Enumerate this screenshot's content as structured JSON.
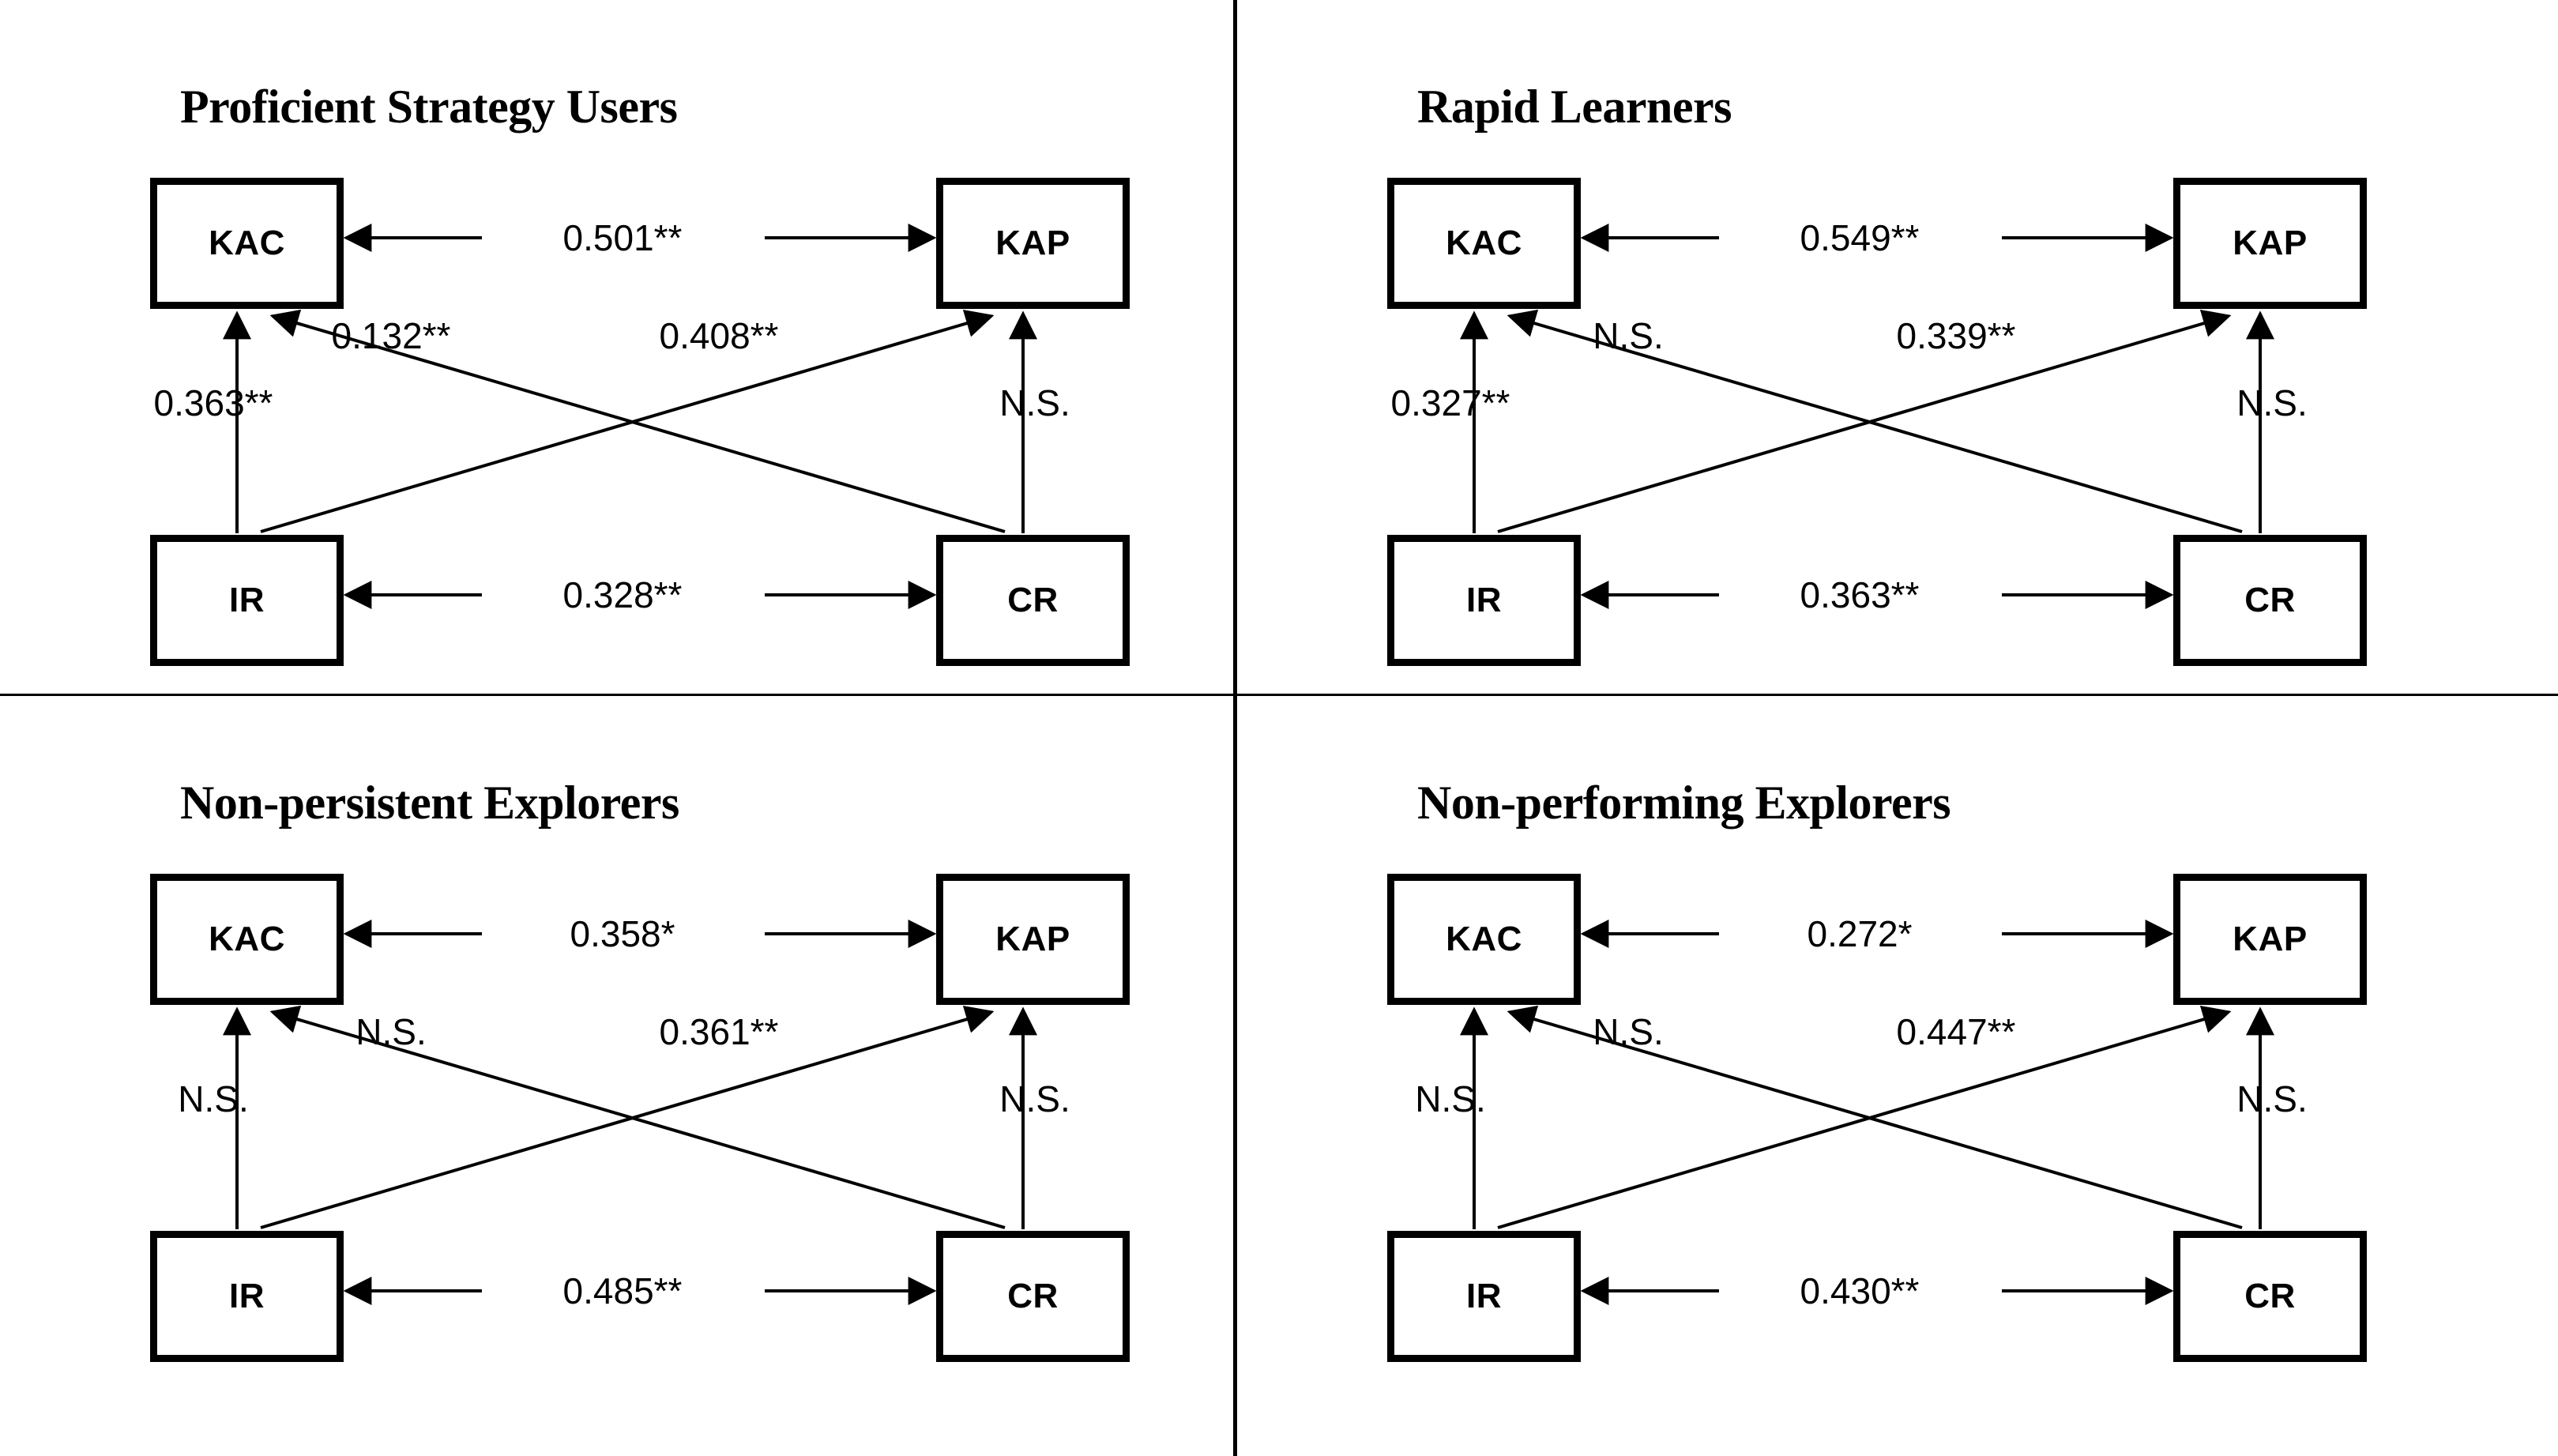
{
  "figure": {
    "node_labels": {
      "kac": "KAC",
      "kap": "KAP",
      "ir": "IR",
      "cr": "CR"
    },
    "panels": [
      {
        "id": "proficient-strategy-users",
        "title": "Proficient Strategy Users",
        "paths": {
          "kac_kap": "0.501**",
          "ir_cr": "0.328**",
          "ir_kac": "0.363**",
          "cr_kac": "0.132**",
          "ir_kap": "0.408**",
          "cr_kap": "N.S."
        }
      },
      {
        "id": "rapid-learners",
        "title": "Rapid Learners",
        "paths": {
          "kac_kap": "0.549**",
          "ir_cr": "0.363**",
          "ir_kac": "0.327**",
          "cr_kac": "N.S.",
          "ir_kap": "0.339**",
          "cr_kap": "N.S."
        }
      },
      {
        "id": "non-persistent-explorers",
        "title": "Non-persistent Explorers",
        "paths": {
          "kac_kap": "0.358*",
          "ir_cr": "0.485**",
          "ir_kac": "N.S.",
          "cr_kac": "N.S.",
          "ir_kap": "0.361**",
          "cr_kap": "N.S."
        }
      },
      {
        "id": "non-performing-explorers",
        "title": "Non-performing Explorers",
        "paths": {
          "kac_kap": "0.272*",
          "ir_cr": "0.430**",
          "ir_kac": "N.S.",
          "cr_kac": "N.S.",
          "ir_kap": "0.447**",
          "cr_kap": "N.S."
        }
      }
    ]
  },
  "chart_data": {
    "type": "diagram",
    "title": "Multi-group structural path models across four learner profiles",
    "nodes": [
      "KAC",
      "KAP",
      "IR",
      "CR"
    ],
    "groups": [
      {
        "name": "Proficient Strategy Users",
        "edges": [
          {
            "from": "KAP",
            "to": "KAC",
            "bidirectional": true,
            "label": "0.501**",
            "value": 0.501,
            "significance": "p<0.01"
          },
          {
            "from": "CR",
            "to": "IR",
            "bidirectional": true,
            "label": "0.328**",
            "value": 0.328,
            "significance": "p<0.01"
          },
          {
            "from": "IR",
            "to": "KAC",
            "bidirectional": false,
            "label": "0.363**",
            "value": 0.363,
            "significance": "p<0.01"
          },
          {
            "from": "CR",
            "to": "KAC",
            "bidirectional": false,
            "label": "0.132**",
            "value": 0.132,
            "significance": "p<0.01"
          },
          {
            "from": "IR",
            "to": "KAP",
            "bidirectional": false,
            "label": "0.408**",
            "value": 0.408,
            "significance": "p<0.01"
          },
          {
            "from": "CR",
            "to": "KAP",
            "bidirectional": false,
            "label": "N.S.",
            "value": null,
            "significance": "not significant"
          }
        ]
      },
      {
        "name": "Rapid Learners",
        "edges": [
          {
            "from": "KAP",
            "to": "KAC",
            "bidirectional": true,
            "label": "0.549**",
            "value": 0.549,
            "significance": "p<0.01"
          },
          {
            "from": "CR",
            "to": "IR",
            "bidirectional": true,
            "label": "0.363**",
            "value": 0.363,
            "significance": "p<0.01"
          },
          {
            "from": "IR",
            "to": "KAC",
            "bidirectional": false,
            "label": "0.327**",
            "value": 0.327,
            "significance": "p<0.01"
          },
          {
            "from": "CR",
            "to": "KAC",
            "bidirectional": false,
            "label": "N.S.",
            "value": null,
            "significance": "not significant"
          },
          {
            "from": "IR",
            "to": "KAP",
            "bidirectional": false,
            "label": "0.339**",
            "value": 0.339,
            "significance": "p<0.01"
          },
          {
            "from": "CR",
            "to": "KAP",
            "bidirectional": false,
            "label": "N.S.",
            "value": null,
            "significance": "not significant"
          }
        ]
      },
      {
        "name": "Non-persistent Explorers",
        "edges": [
          {
            "from": "KAP",
            "to": "KAC",
            "bidirectional": true,
            "label": "0.358*",
            "value": 0.358,
            "significance": "p<0.05"
          },
          {
            "from": "CR",
            "to": "IR",
            "bidirectional": true,
            "label": "0.485**",
            "value": 0.485,
            "significance": "p<0.01"
          },
          {
            "from": "IR",
            "to": "KAC",
            "bidirectional": false,
            "label": "N.S.",
            "value": null,
            "significance": "not significant"
          },
          {
            "from": "CR",
            "to": "KAC",
            "bidirectional": false,
            "label": "N.S.",
            "value": null,
            "significance": "not significant"
          },
          {
            "from": "IR",
            "to": "KAP",
            "bidirectional": false,
            "label": "0.361**",
            "value": 0.361,
            "significance": "p<0.01"
          },
          {
            "from": "CR",
            "to": "KAP",
            "bidirectional": false,
            "label": "N.S.",
            "value": null,
            "significance": "not significant"
          }
        ]
      },
      {
        "name": "Non-performing Explorers",
        "edges": [
          {
            "from": "KAP",
            "to": "KAC",
            "bidirectional": true,
            "label": "0.272*",
            "value": 0.272,
            "significance": "p<0.05"
          },
          {
            "from": "CR",
            "to": "IR",
            "bidirectional": true,
            "label": "0.430**",
            "value": 0.43,
            "significance": "p<0.01"
          },
          {
            "from": "IR",
            "to": "KAC",
            "bidirectional": false,
            "label": "N.S.",
            "value": null,
            "significance": "not significant"
          },
          {
            "from": "CR",
            "to": "KAC",
            "bidirectional": false,
            "label": "N.S.",
            "value": null,
            "significance": "not significant"
          },
          {
            "from": "IR",
            "to": "KAP",
            "bidirectional": false,
            "label": "0.447**",
            "value": 0.447,
            "significance": "p<0.01"
          },
          {
            "from": "CR",
            "to": "KAP",
            "bidirectional": false,
            "label": "N.S.",
            "value": null,
            "significance": "not significant"
          }
        ]
      }
    ]
  }
}
